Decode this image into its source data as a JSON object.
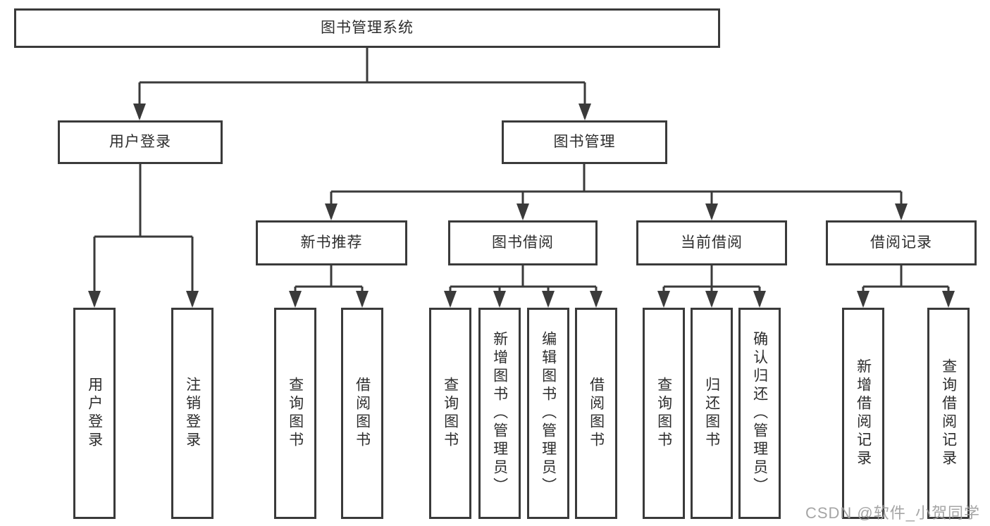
{
  "diagram": {
    "title": "图书管理系统",
    "nodes": {
      "root": "图书管理系统",
      "login": "用户登录",
      "mgmt": "图书管理",
      "rec": "新书推荐",
      "borrow": "图书借阅",
      "current": "当前借阅",
      "records": "借阅记录",
      "login_user": "用户登录",
      "login_logout": "注销登录",
      "rec_query": "查询图书",
      "rec_borrow": "借阅图书",
      "borrow_query": "查询图书",
      "borrow_add": "新增图书（管理员）",
      "borrow_edit": "编辑图书（管理员）",
      "borrow_do": "借阅图书",
      "current_query": "查询图书",
      "current_return": "归还图书",
      "current_confirm": "确认归还（管理员）",
      "records_add": "新增借阅记录",
      "records_query": "查询借阅记录"
    },
    "hierarchy_note": "root > [login(login_user, login_logout), mgmt(rec(rec_query, rec_borrow), borrow(borrow_query, borrow_add, borrow_edit, borrow_do), current(current_query, current_return, current_confirm), records(records_add, records_query))]"
  },
  "watermark": {
    "text": "CSDN @软件_小贺同学"
  },
  "colors": {
    "line": "#3a3a3a",
    "text": "#2d2d2d",
    "box_fill": "#ffffff",
    "background": "#ffffff",
    "watermark": "#9c9c9c"
  }
}
